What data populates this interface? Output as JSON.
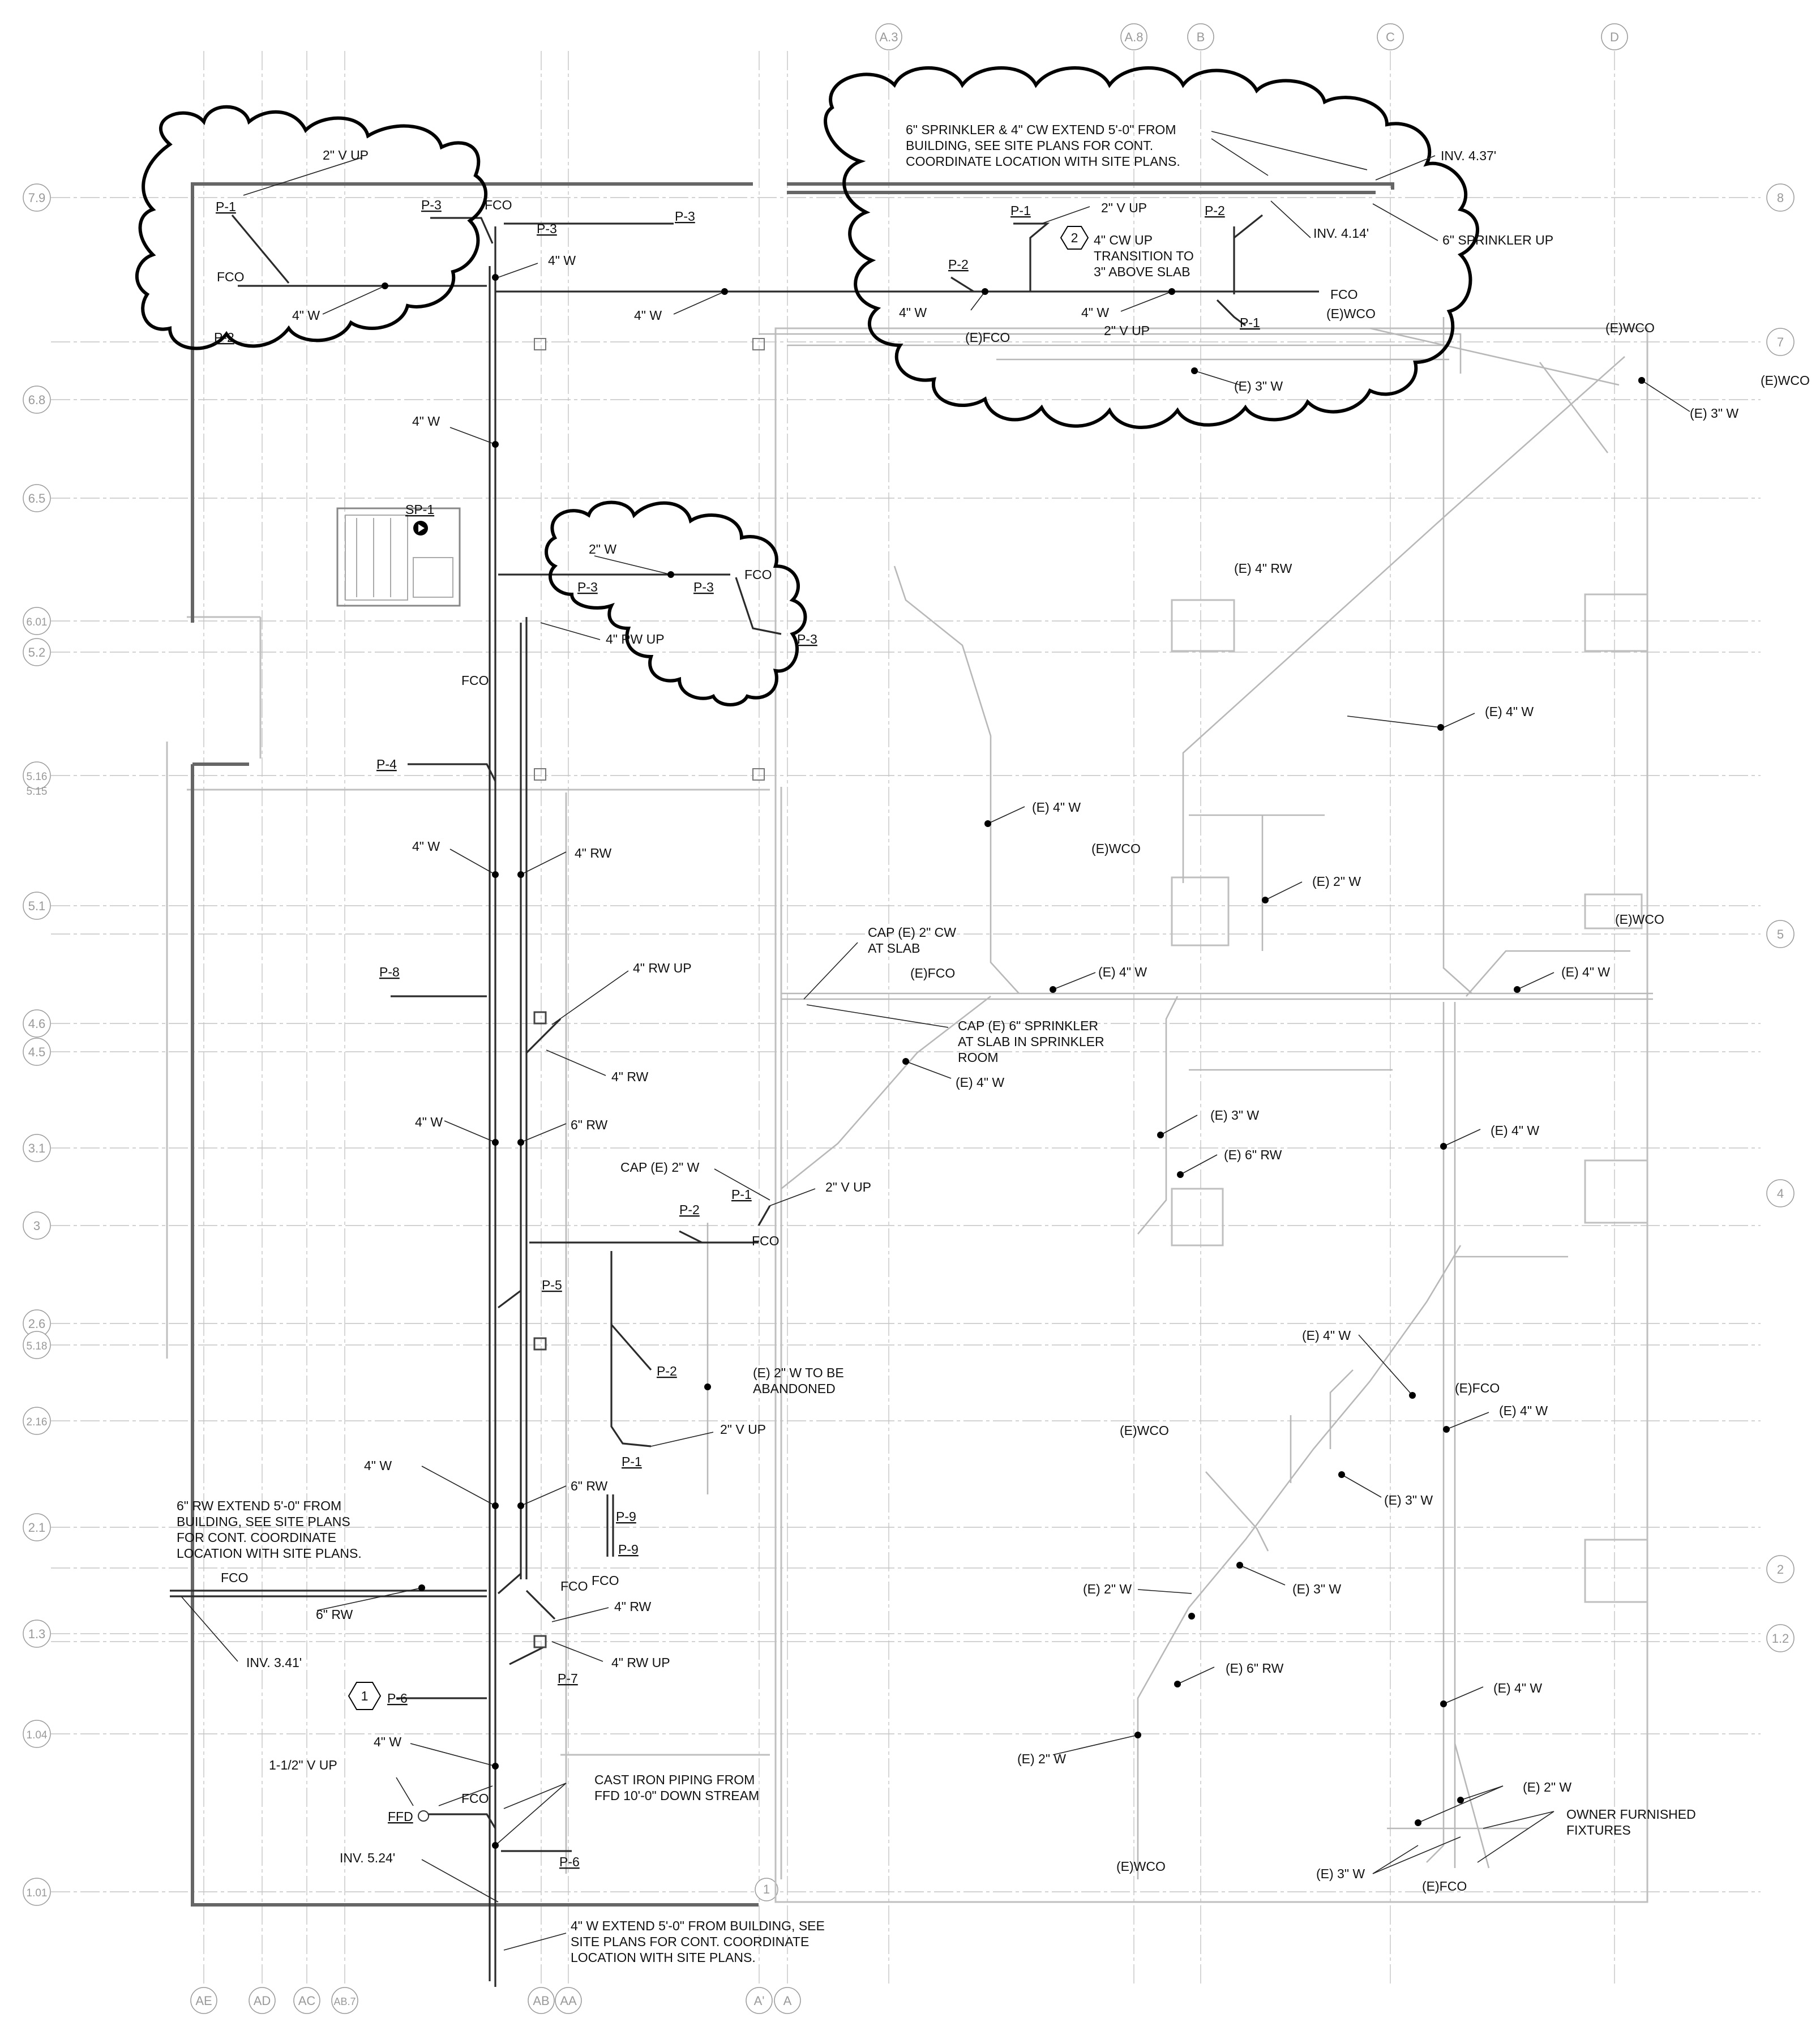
{
  "grid": {
    "columns": [
      "AE",
      "AD",
      "AC",
      "AB.7",
      "AB",
      "AA",
      "A'",
      "A",
      "A.3",
      "A.8",
      "B",
      "C",
      "D"
    ],
    "rows_left": [
      "7.9",
      "6.8",
      "6.5",
      "6.01",
      "5.2",
      "5.16",
      "5.15",
      "5.1",
      "4.6",
      "4.5",
      "3.1",
      "3",
      "2.6",
      "5.18",
      "2.16",
      "2.1",
      "1.3",
      "1.04",
      "1.01"
    ],
    "rows_right": [
      "8",
      "7",
      "5",
      "4",
      "2",
      "1.2"
    ],
    "sheet_marker": "1"
  },
  "keynotes": {
    "kn1": "1",
    "kn2": "2"
  },
  "labels": {
    "p1": "P-1",
    "p2": "P-2",
    "p3": "P-3",
    "p4": "P-4",
    "p5": "P-5",
    "p6": "P-6",
    "p7": "P-7",
    "p8": "P-8",
    "p9": "P-9",
    "sp1": "SP-1",
    "fco": "FCO",
    "ffd": "FFD",
    "w2": "2\" W",
    "w4": "4\" W",
    "rw4": "4\" RW",
    "rw6": "6\" RW",
    "vup2": "2\" V UP",
    "vup15": "1-1/2\" V UP",
    "rwup4": "4\" RW UP",
    "cwup": "4\" CW UP",
    "cwup2": "TRANSITION TO",
    "cwup3": "3\" ABOVE SLAB",
    "inv437": "INV. 4.37'",
    "inv414": "INV. 4.14'",
    "inv341": "INV. 3.41'",
    "inv524": "INV. 5.24'",
    "spr_up": "6\" SPRINKLER UP",
    "note_top1": "6\" SPRINKLER & 4\" CW EXTEND 5'-0\" FROM",
    "note_top2": "BUILDING, SEE SITE PLANS FOR CONT.",
    "note_top3": "COORDINATE LOCATION WITH SITE PLANS.",
    "note_rw1": "6\" RW EXTEND 5'-0\" FROM",
    "note_rw2": "BUILDING, SEE SITE PLANS",
    "note_rw3": "FOR CONT. COORDINATE",
    "note_rw4": "LOCATION WITH SITE PLANS.",
    "note_w1": "4\" W EXTEND 5'-0\" FROM BUILDING, SEE",
    "note_w2": "SITE PLANS FOR CONT. COORDINATE",
    "note_w3": "LOCATION WITH SITE PLANS.",
    "cap_cw1": "CAP (E) 2\" CW",
    "cap_cw2": "AT SLAB",
    "cap_spr1": "CAP (E) 6\" SPRINKLER",
    "cap_spr2": "AT SLAB IN SPRINKLER",
    "cap_spr3": "ROOM",
    "cap_w2": "CAP (E) 2\" W",
    "aband1": "(E) 2\" W TO BE",
    "aband2": "ABANDONED",
    "cast1": "CAST IRON PIPING FROM",
    "cast2": "FFD 10'-0\" DOWN STREAM",
    "owner1": "OWNER FURNISHED",
    "owner2": "FIXTURES",
    "e_fco": "(E)FCO",
    "e_wco": "(E)WCO",
    "e_w2": "(E) 2\" W",
    "e_w3": "(E) 3\" W",
    "e_w4": "(E) 4\" W",
    "e_rw4": "(E) 4\" RW",
    "e_rw6": "(E) 6\" RW"
  }
}
